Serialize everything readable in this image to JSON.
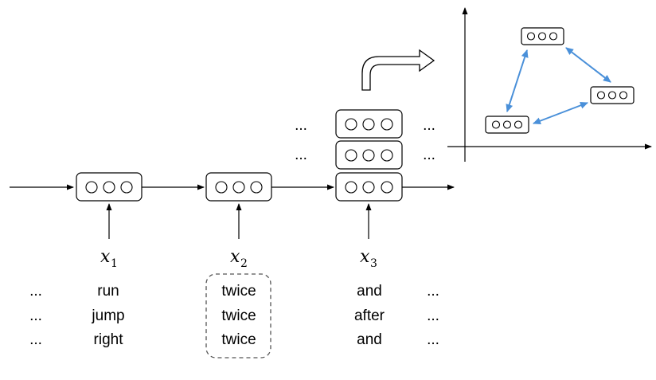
{
  "inputs": [
    {
      "var": "x",
      "sub": "1"
    },
    {
      "var": "x",
      "sub": "2"
    },
    {
      "var": "x",
      "sub": "3"
    }
  ],
  "columns": {
    "left_ellipsis": [
      "...",
      "...",
      "..."
    ],
    "col1": [
      "run",
      "jump",
      "right"
    ],
    "col2": [
      "twice",
      "twice",
      "twice"
    ],
    "col3": [
      "and",
      "after",
      "and"
    ],
    "right_ellipsis": [
      "...",
      "...",
      "..."
    ]
  },
  "stack_ellipsis": {
    "left": [
      "...",
      "..."
    ],
    "right": [
      "...",
      "..."
    ]
  },
  "colors": {
    "stroke": "#000000",
    "arrow_blue": "#4a90d9",
    "dashed_box": "#555555"
  }
}
